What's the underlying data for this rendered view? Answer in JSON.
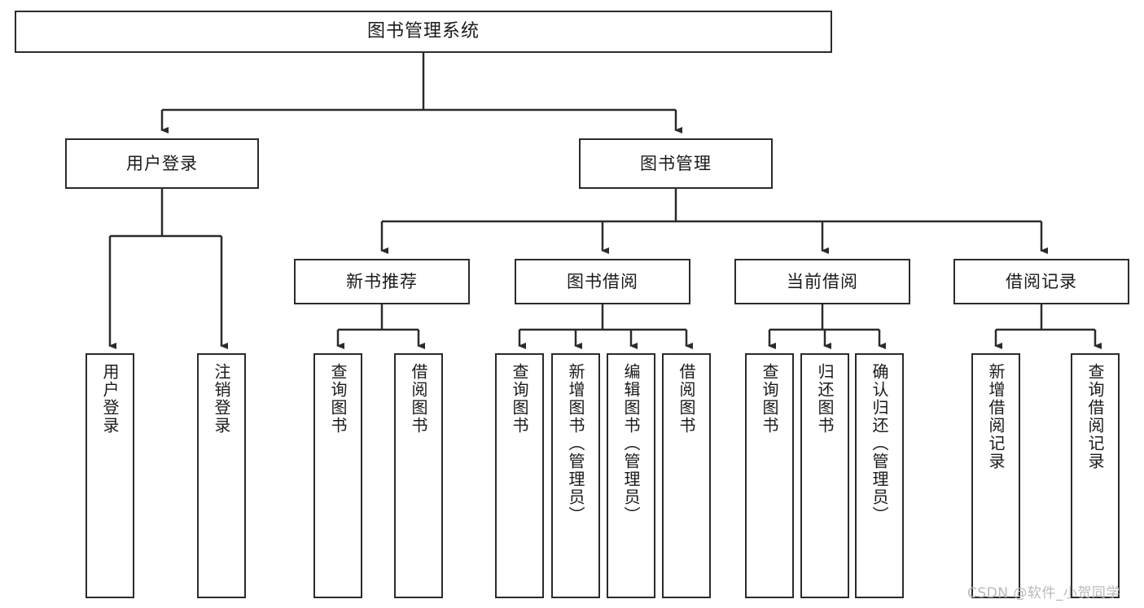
{
  "diagram": {
    "title": "图书管理系统",
    "type": "tree",
    "orientation": "top-down",
    "root": {
      "label": "图书管理系统",
      "id": "root"
    },
    "level1": [
      {
        "id": "user-login",
        "label": "用户登录"
      },
      {
        "id": "book-management",
        "label": "图书管理"
      }
    ],
    "level2": [
      {
        "id": "new-book-recommend",
        "label": "新书推荐",
        "parent": "book-management"
      },
      {
        "id": "book-borrow",
        "label": "图书借阅",
        "parent": "book-management"
      },
      {
        "id": "current-borrow",
        "label": "当前借阅",
        "parent": "book-management"
      },
      {
        "id": "borrow-record",
        "label": "借阅记录",
        "parent": "book-management"
      }
    ],
    "leaves": [
      {
        "id": "leaf-user-login",
        "label": "用户登录",
        "parent": "user-login"
      },
      {
        "id": "leaf-logout-login",
        "label": "注销登录",
        "parent": "user-login"
      },
      {
        "id": "leaf-query-book-1",
        "label": "查询图书",
        "parent": "new-book-recommend"
      },
      {
        "id": "leaf-borrow-book-1",
        "label": "借阅图书",
        "parent": "new-book-recommend"
      },
      {
        "id": "leaf-query-book-2",
        "label": "查询图书",
        "parent": "book-borrow"
      },
      {
        "id": "leaf-add-book",
        "label": "新增图书（管理员）",
        "parent": "book-borrow"
      },
      {
        "id": "leaf-edit-book",
        "label": "编辑图书（管理员）",
        "parent": "book-borrow"
      },
      {
        "id": "leaf-borrow-book-2",
        "label": "借阅图书",
        "parent": "book-borrow"
      },
      {
        "id": "leaf-query-book-3",
        "label": "查询图书",
        "parent": "current-borrow"
      },
      {
        "id": "leaf-return-book",
        "label": "归还图书",
        "parent": "current-borrow"
      },
      {
        "id": "leaf-confirm-return",
        "label": "确认归还（管理员）",
        "parent": "current-borrow"
      },
      {
        "id": "leaf-add-record",
        "label": "新增借阅记录",
        "parent": "borrow-record"
      },
      {
        "id": "leaf-query-record",
        "label": "查询借阅记录",
        "parent": "borrow-record"
      }
    ],
    "colors": {
      "stroke": "#2b2b2b",
      "fill": "#ffffff",
      "text": "#1a1a1a",
      "watermark": "#b9b9b9"
    }
  },
  "watermark": {
    "text": "CSDN @软件_小贺同学"
  }
}
